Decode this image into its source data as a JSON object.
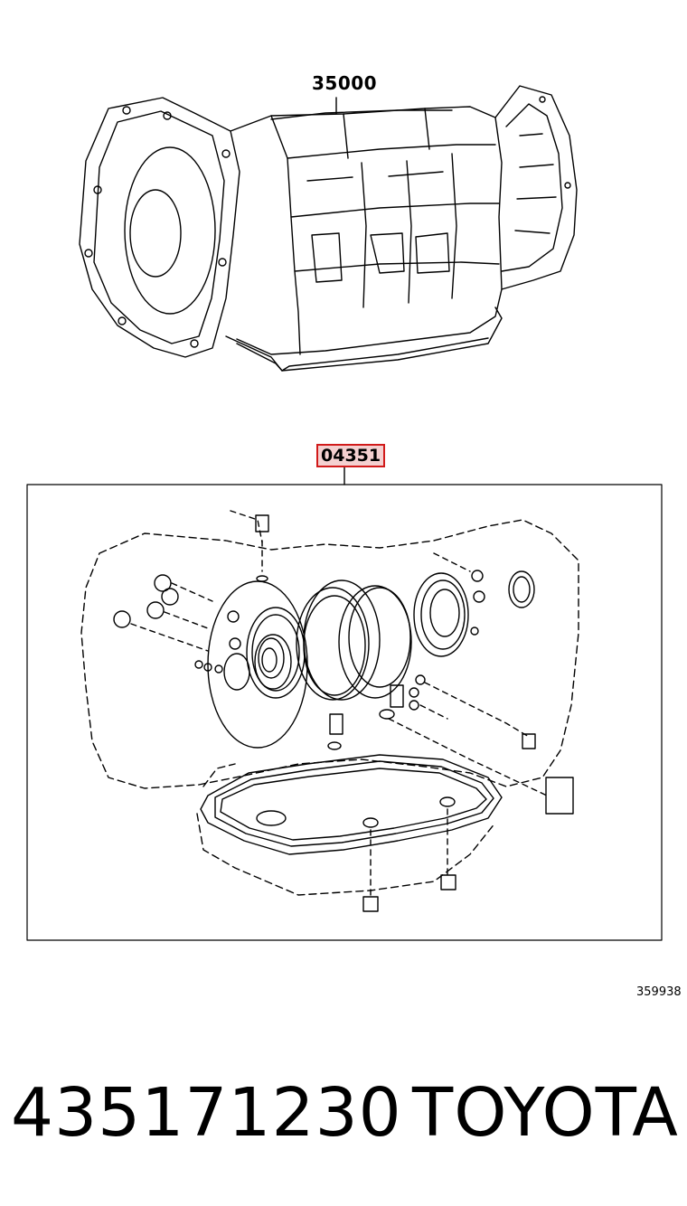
{
  "callouts": {
    "assembly": "35000",
    "kit": "04351"
  },
  "catalog_ref": "359938",
  "product": {
    "part_number": "435171230",
    "brand": "TOYOTA"
  },
  "colors": {
    "highlight_border": "#d11a1a",
    "highlight_fill": "#f4d0d0",
    "line": "#000000"
  }
}
